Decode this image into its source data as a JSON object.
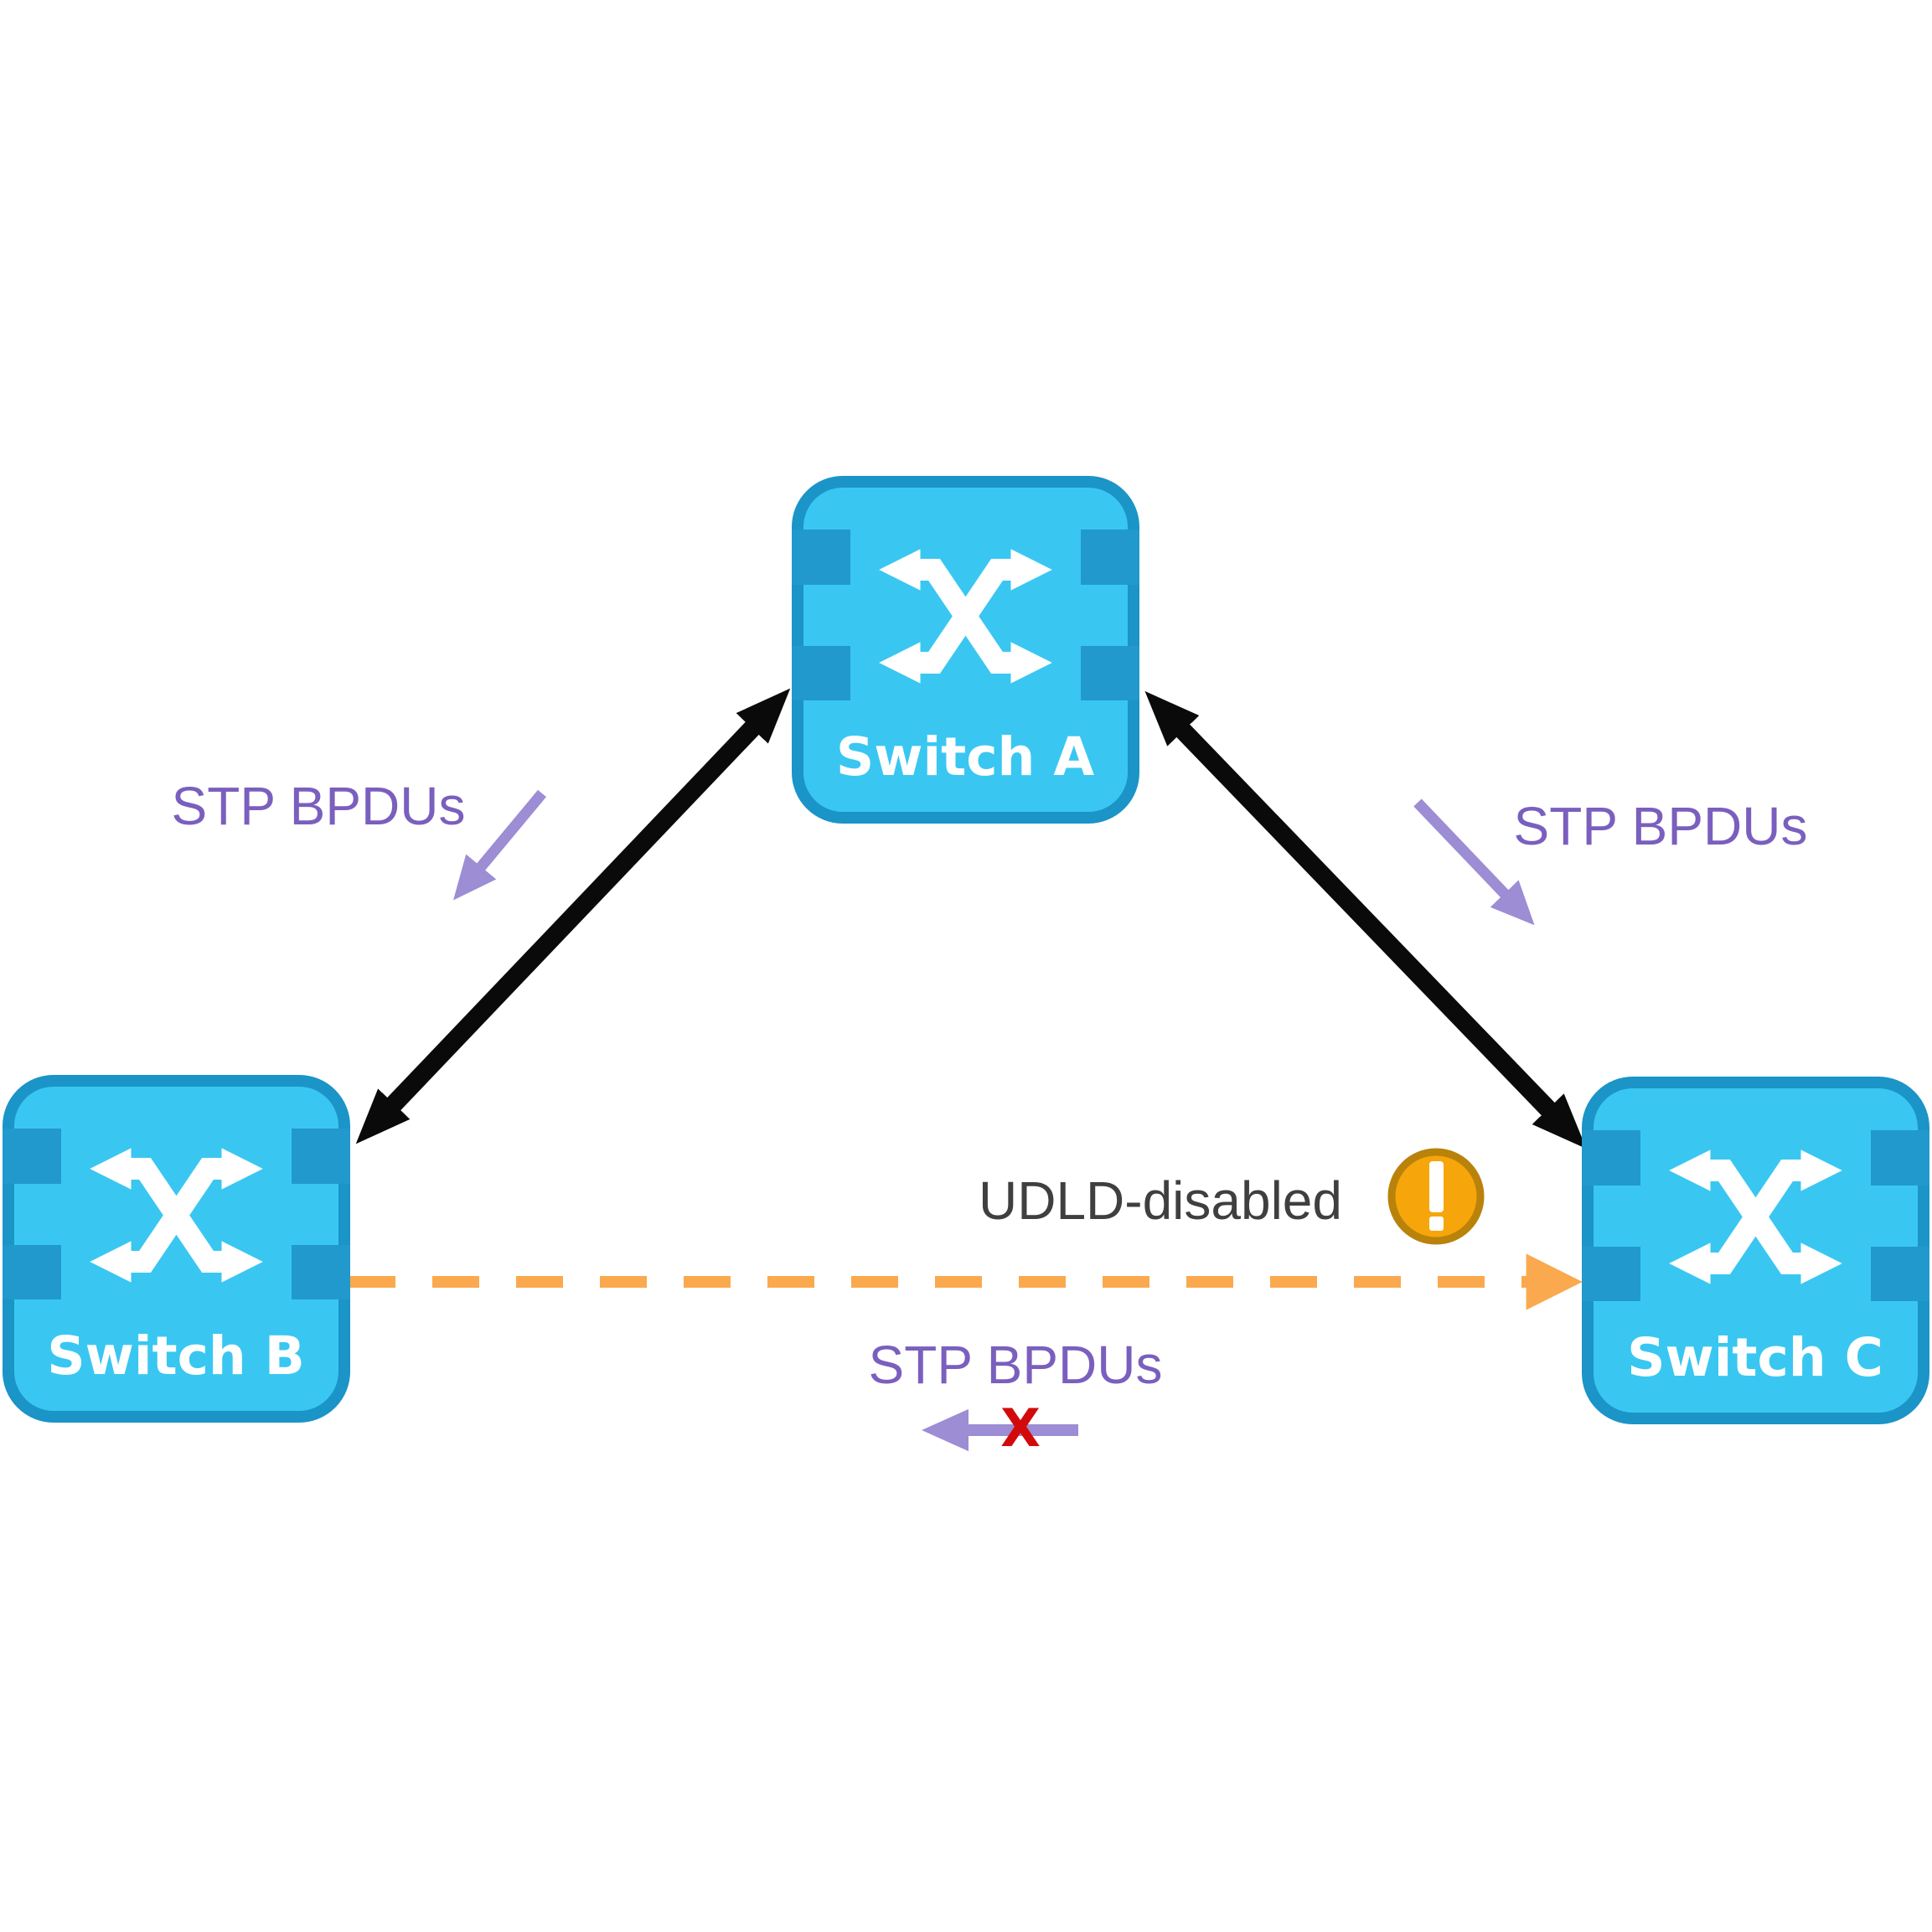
{
  "switches": [
    {
      "id": "switch-a",
      "label": "Switch A"
    },
    {
      "id": "switch-b",
      "label": "Switch B"
    },
    {
      "id": "switch-c",
      "label": "Switch C"
    }
  ],
  "labels": {
    "stp_left": "STP BPDUs",
    "stp_right": "STP BPDUs",
    "stp_bottom": "STP BPDUs",
    "udld": "UDLD-disabled",
    "blocked_x": "X"
  },
  "icons": {
    "switch": "crossed-arrows-icon",
    "warning": "exclamation-circle-icon",
    "blocked": "red-x-icon"
  },
  "colors": {
    "switch_fill": "#39C7F1",
    "switch_border": "#1B94C8",
    "switch_port": "#2299CD",
    "switch_glyph": "#FFFFFF",
    "link_black": "#0A0A0A",
    "udld_dash_orange": "#FAA94F",
    "stp_text_purple": "#7A5FBE",
    "stp_arrow_purple": "#9C8DD4",
    "udld_text_gray": "#3F3F3F",
    "warning_fill": "#F6A50A",
    "warning_border": "#B9820A",
    "blocked_red": "#D30A0A"
  }
}
